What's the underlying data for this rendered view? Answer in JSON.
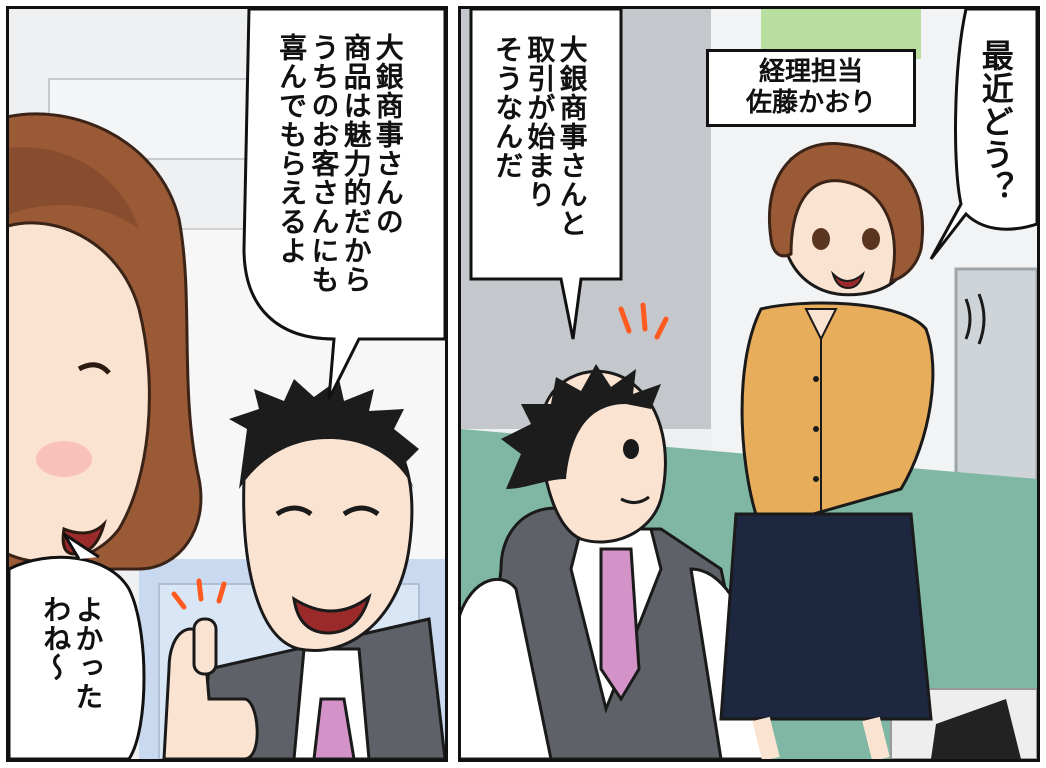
{
  "panels": {
    "left": {
      "speech_1": [
        "大銀商事さんの",
        "商品は魅力的だから",
        "うちのお客さんにも",
        "喜んでもらえるよ"
      ],
      "speech_2": [
        "よかった",
        "わね～"
      ]
    },
    "right": {
      "speech_1": [
        "大銀商事さんと",
        "取引が始まり",
        "そうなんだ"
      ],
      "speech_2": [
        "最近どう？"
      ],
      "caption": {
        "role": "経理担当",
        "name": "佐藤かおり"
      }
    }
  },
  "colors": {
    "panel_border": "#111111",
    "skin": "#fbe3d2",
    "hair_woman": "#9a5a36",
    "hair_man": "#1c1c1c",
    "vest": "#5e6168",
    "tie": "#d493c8",
    "cardigan": "#e8ad5a",
    "skirt": "#1e2740",
    "floor": "#7fb7a4",
    "accent_lines": "#ff5a1f"
  }
}
